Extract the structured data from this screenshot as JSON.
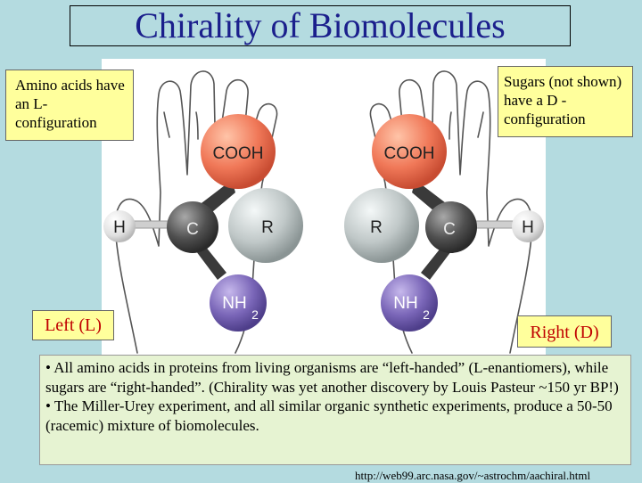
{
  "title": "Chirality of Biomolecules",
  "notes": {
    "left": "Amino acids have an L-configuration",
    "right": "Sugars (not shown) have a D -configuration"
  },
  "hand_labels": {
    "left": "Left (L)",
    "right": "Right (D)"
  },
  "molecule_labels": {
    "cooh": "COOH",
    "c": "C",
    "r": "R",
    "h": "H",
    "nh": "NH",
    "sub2": "2"
  },
  "bullets": [
    "• All amino acids in proteins from living organisms are “left-handed” (L-enantiomers), while sugars are “right-handed”. (Chirality was yet another discovery by Louis Pasteur ~150 yr BP!)",
    "• The Miller-Urey experiment, and all similar organic synthetic experiments, produce a 50-50 (racemic) mixture of biomolecules."
  ],
  "source_url": "http://web99.arc.nasa.gov/~astrochm/aachiral.html",
  "colors": {
    "background": "#b4dbe0",
    "title_text": "#1b1f8c",
    "note_fill": "#ffff9c",
    "hand_label_text": "#c00000",
    "bullet_fill": "#e6f3d2",
    "cooh_sphere": "#f07858",
    "c_sphere": "#505050",
    "r_sphere": "#c0c8c8",
    "h_sphere": "#e4e4e4",
    "nh2_sphere": "#7a66b8"
  }
}
